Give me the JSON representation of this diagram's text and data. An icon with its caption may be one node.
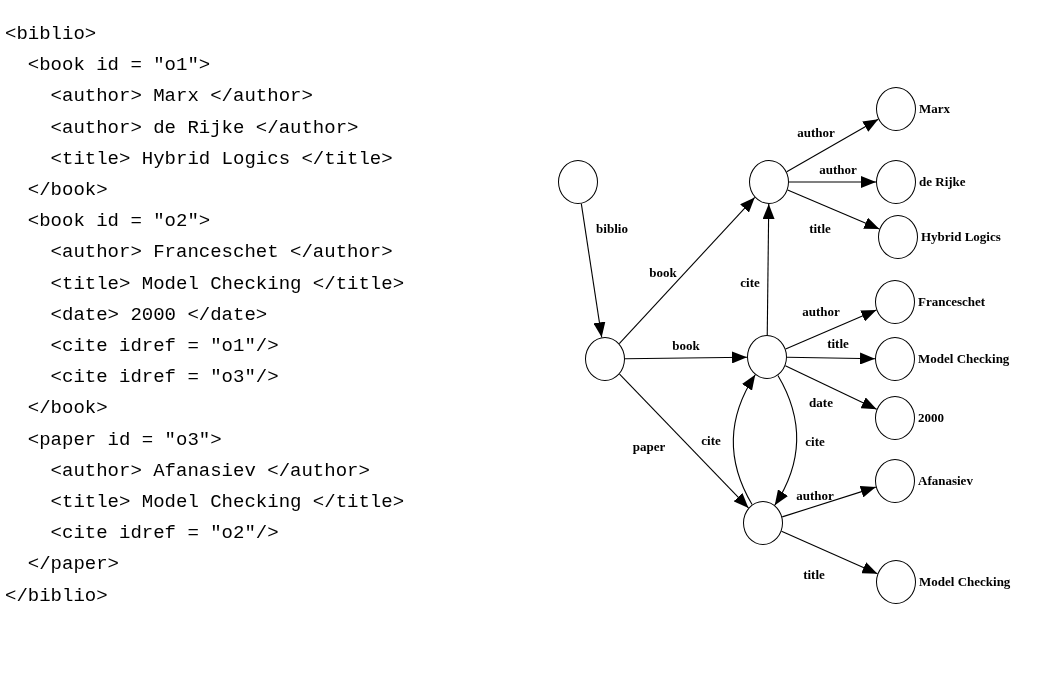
{
  "diagram": {
    "nodes": [
      {
        "text": [],
        "shape": "circle"
      },
      {
        "text": [],
        "shape": "circle"
      },
      {
        "text": [],
        "shape": "circle"
      },
      {
        "text": [],
        "shape": "circle"
      },
      {
        "text": [],
        "shape": "circle"
      },
      {
        "text": [],
        "shape": "circle",
        "beside": [
          "Marx"
        ]
      },
      {
        "text": [],
        "shape": "circle",
        "beside": [
          "de Rijke"
        ]
      },
      {
        "text": [],
        "shape": "circle",
        "beside": [
          "Hybrid Logics"
        ]
      },
      {
        "text": [],
        "shape": "circle",
        "beside": [
          "Franceschet"
        ]
      },
      {
        "text": [],
        "shape": "circle",
        "beside": [
          "Model Checking"
        ]
      },
      {
        "text": [],
        "shape": "circle",
        "beside": [
          "2000"
        ]
      },
      {
        "text": [],
        "shape": "circle",
        "beside": [
          "Afanasiev"
        ]
      },
      {
        "text": [],
        "shape": "circle",
        "beside": [
          "Model Checking"
        ]
      }
    ],
    "edges": [
      {
        "from": 0,
        "to": 1,
        "arrow": "to",
        "label": "biblio"
      },
      {
        "from": 1,
        "to": 2,
        "arrow": "to",
        "label": "book"
      },
      {
        "from": 1,
        "to": 3,
        "arrow": "to",
        "label": "book"
      },
      {
        "from": 1,
        "to": 4,
        "arrow": "to",
        "label": "paper"
      },
      {
        "from": 3,
        "to": 2,
        "arrow": "to",
        "label": "cite"
      },
      {
        "from": 4,
        "to": 3,
        "arrow": "to",
        "label": "cite"
      },
      {
        "from": 3,
        "to": 4,
        "arrow": "to",
        "label": "cite"
      },
      {
        "from": 2,
        "to": 5,
        "arrow": "to",
        "label": "author"
      },
      {
        "from": 2,
        "to": 6,
        "arrow": "to",
        "label": "author"
      },
      {
        "from": 2,
        "to": 7,
        "arrow": "to",
        "label": "title"
      },
      {
        "from": 3,
        "to": 8,
        "arrow": "to",
        "label": "author"
      },
      {
        "from": 3,
        "to": 9,
        "arrow": "to",
        "label": "title"
      },
      {
        "from": 3,
        "to": 10,
        "arrow": "to",
        "label": "date"
      },
      {
        "from": 4,
        "to": 11,
        "arrow": "to",
        "label": "author"
      },
      {
        "from": 4,
        "to": 12,
        "arrow": "to",
        "label": "title"
      }
    ],
    "labels": [
      "<biblio>",
      "<book id = \"o1\">",
      "<author> Marx </author>",
      "<author> de Rijke </author>",
      "<title> Hybrid Logics </title>",
      "</book>",
      "<book id = \"o2\">",
      "<author> Franceschet </author>",
      "<title> Model Checking </title>",
      "<date> 2000 </date>",
      "<cite idref = \"o1\"/>",
      "<cite idref = \"o3\"/>",
      "</book>",
      "<paper id = \"o3\">",
      "<author> Afanasiev </author>",
      "<title> Model Checking </title>",
      "<cite idref = \"o2\"/>",
      "</paper>",
      "</biblio>"
    ]
  }
}
